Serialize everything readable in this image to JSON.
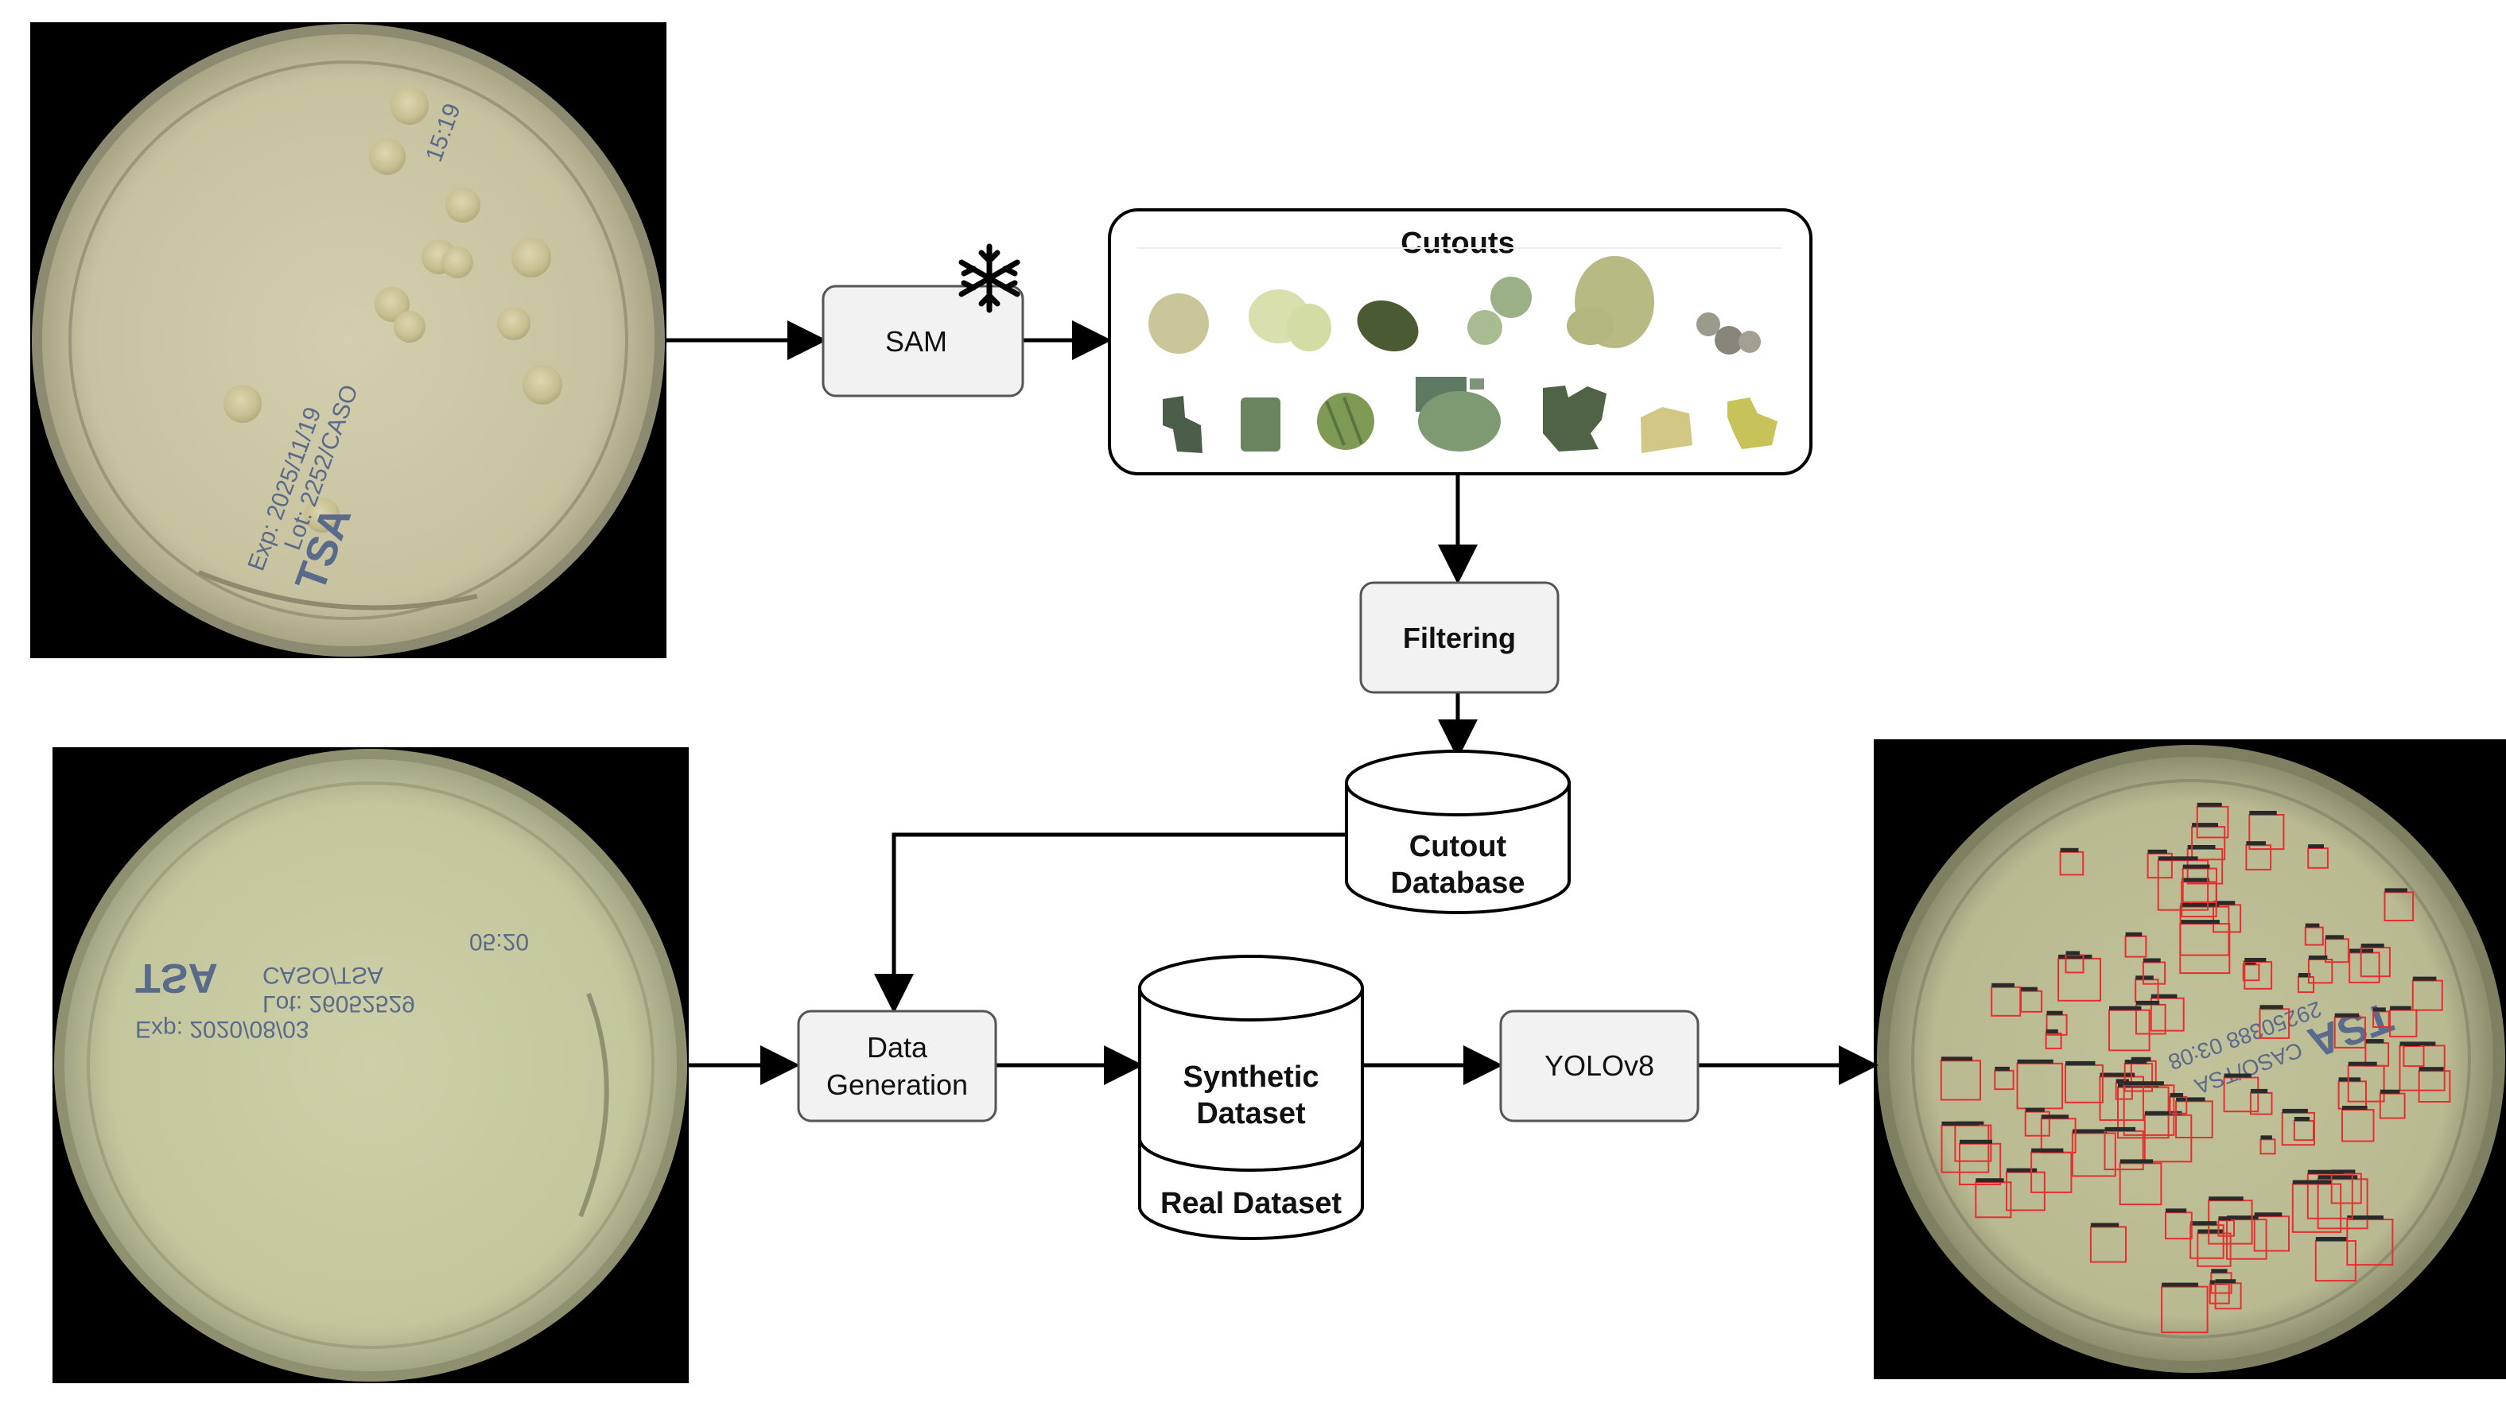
{
  "nodes": {
    "sam": "SAM",
    "cutouts_title": "Cutouts",
    "filtering": "Filtering",
    "cutout_db_line1": "Cutout",
    "cutout_db_line2": "Database",
    "data_gen_line1": "Data",
    "data_gen_line2": "Generation",
    "synthetic_line1": "Synthetic",
    "synthetic_line2": "Dataset",
    "real_dataset": "Real Dataset",
    "yolo": "YOLOv8"
  },
  "plate_top_text": {
    "line1": "Exp: 2025/11/19",
    "line2": "Lot: 2252/CASO",
    "line3": "TSA",
    "line4": "15:19"
  },
  "plate_bottom_text": {
    "line1": "Exp: 2020/08/03",
    "line2": "Lot: 26052529",
    "line3": "TSA",
    "line4": "CASO/TSA",
    "line5": "05:20"
  },
  "plate_result_text": {
    "line1": "TSA",
    "line2": "CASO/TSA",
    "line3": "29250388 03:08"
  },
  "colors": {
    "background_dark": "#000000",
    "agar": "#c9c5a3",
    "agar_bottom": "#c8c9a0",
    "box_fill": "#f2f2f2",
    "box_border": "#555555",
    "arrow": "#000000",
    "detection_box": "#e53030"
  }
}
